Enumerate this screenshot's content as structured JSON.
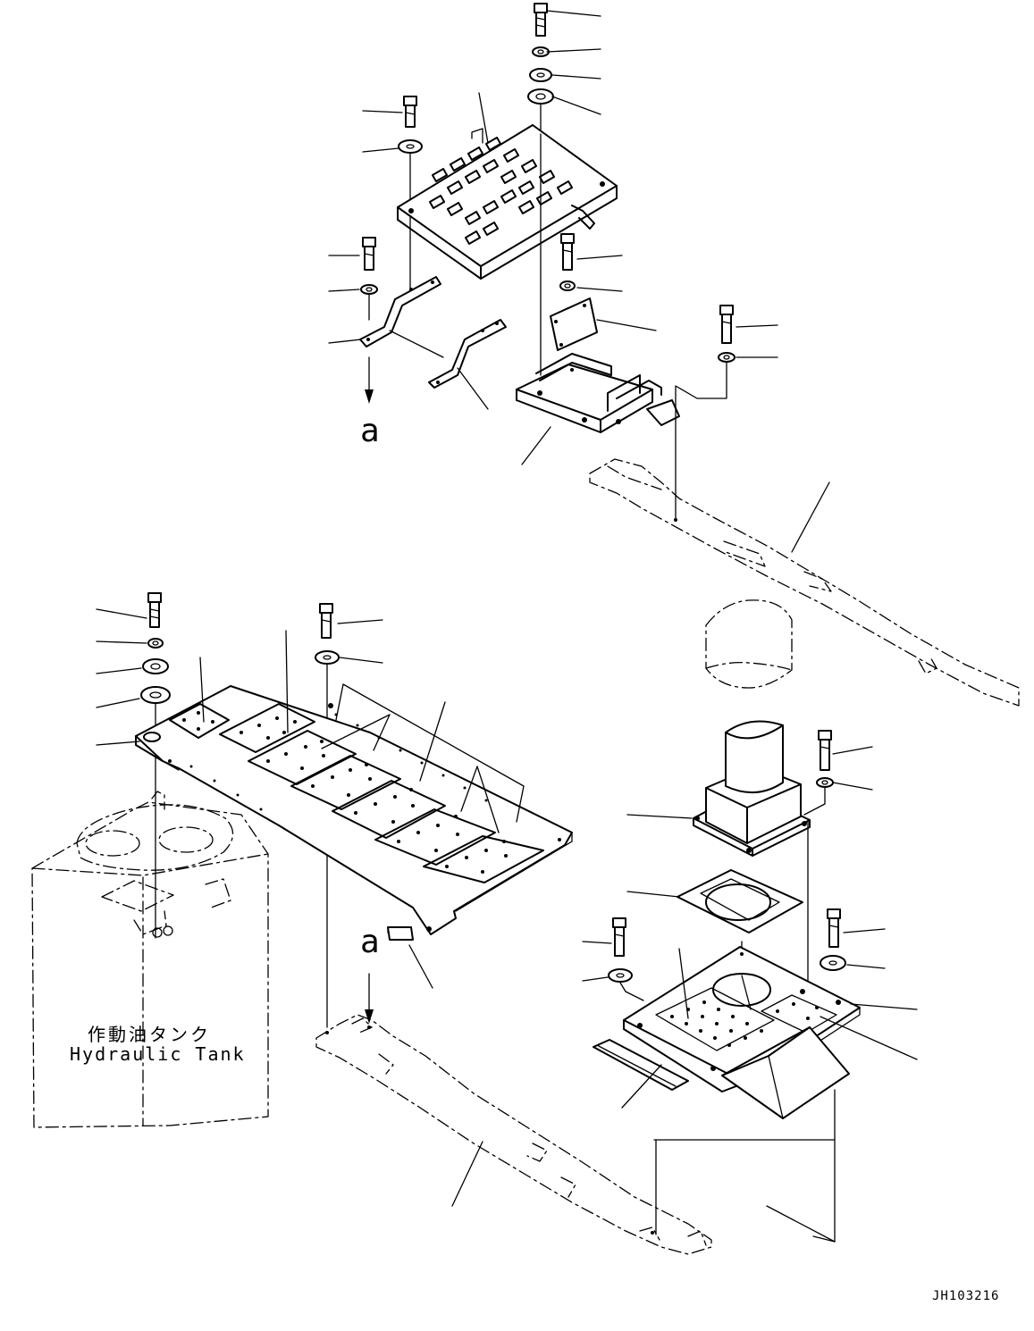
{
  "labels": {
    "view_arrow_top": "a",
    "view_arrow_mid": "a",
    "tank_name_jp": "作動油タンク",
    "tank_name_en": "Hydraulic Tank",
    "drawing_number": "JH103216"
  },
  "colors": {
    "line": "#000000",
    "background": "#ffffff"
  }
}
